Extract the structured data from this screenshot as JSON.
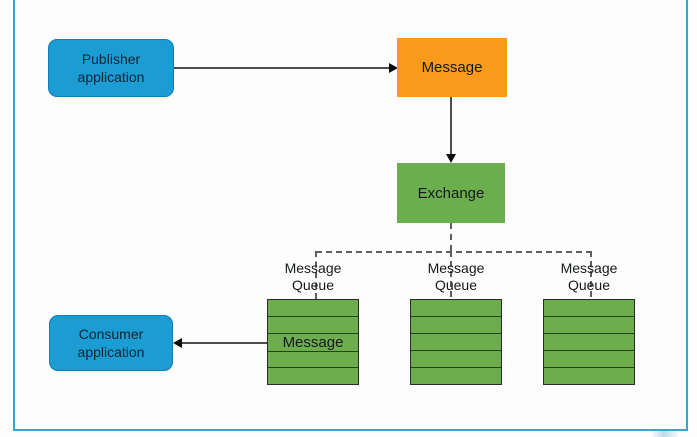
{
  "diagram": {
    "nodes": {
      "publisher": {
        "label": "Publisher application"
      },
      "message": {
        "label": "Message"
      },
      "exchange": {
        "label": "Exchange"
      },
      "consumer": {
        "label": "Consumer application"
      }
    },
    "queues": [
      {
        "label": "Message Queue",
        "rows": 5,
        "message_label": "Message"
      },
      {
        "label": "Message Queue",
        "rows": 5
      },
      {
        "label": "Message Queue",
        "rows": 5
      }
    ],
    "colors": {
      "node_blue": "#1B9CD3",
      "node_orange": "#F89B1C",
      "node_green": "#6BAE4D",
      "queue_green": "#6DAD4E",
      "queue_separator": "#1d4718",
      "frame_blue": "#3DA5CD",
      "connector_gray": "#4d4d4d"
    }
  }
}
